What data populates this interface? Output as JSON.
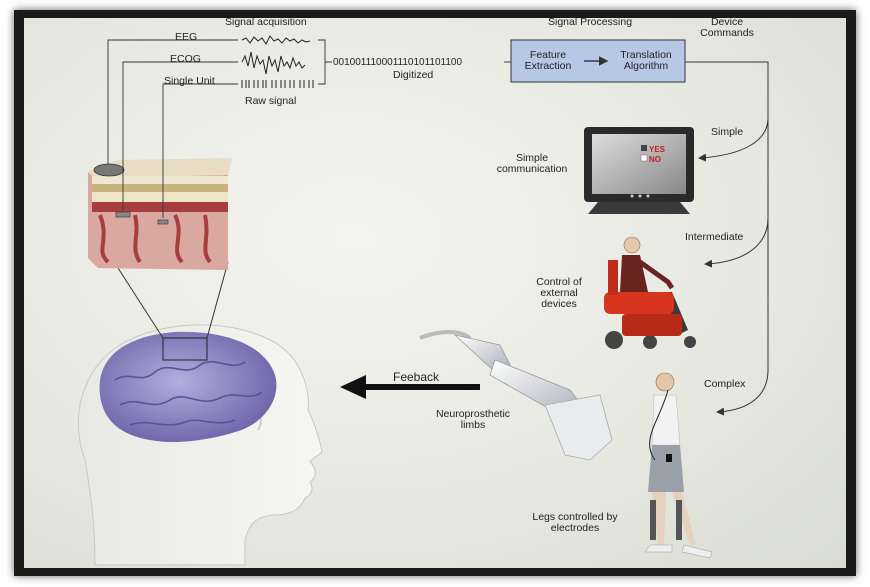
{
  "acquisition": {
    "title": "Signal acquisition",
    "eeg_label": "EEG",
    "ecog_label": "ECOG",
    "single_unit_label": "Single Unit",
    "raw_label": "Raw signal",
    "digital_string": "001001110001110101101100",
    "digitized_label": "Digitized"
  },
  "processing": {
    "title": "Signal Processing",
    "feature_label": "Feature Extraction",
    "translation_label": "Translation Algorithm"
  },
  "commands": {
    "title": "Device Commands",
    "simple_label": "Simple",
    "intermediate_label": "Intermediate",
    "complex_label": "Complex"
  },
  "outputs": {
    "simple_comm": "Simple communication",
    "screen_yes": "YES",
    "screen_no": "NO",
    "external_devices": "Control of external devices",
    "legs": "Legs controlled by electrodes",
    "prosthetic": "Neuroprosthetic limbs"
  },
  "feedback_label": "Feeback",
  "colors": {
    "processing_box": "#b7c8e6",
    "brain": "#9a93c9",
    "cortex_pink": "#d9a8a0",
    "arrow": "#222222"
  }
}
